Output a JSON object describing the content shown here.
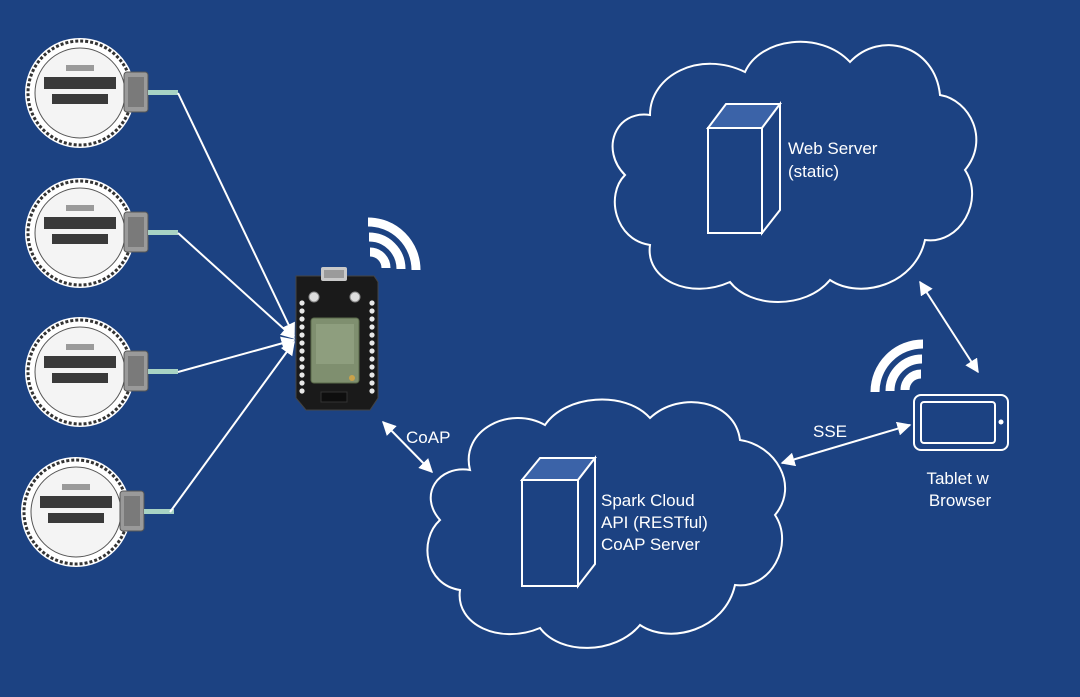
{
  "colors": {
    "background": "#1c4282",
    "line": "#ffffff",
    "server_top": "#3b63a8",
    "board": "#1a1a1a",
    "module": "#7f8f6f"
  },
  "labels": {
    "coap": "CoAP",
    "sse": "SSE",
    "web_server": [
      "Web Server",
      "(static)"
    ],
    "spark_cloud": [
      "Spark Cloud",
      "API (RESTful)",
      "CoAP Server"
    ],
    "tablet": [
      "Tablet w",
      "Browser"
    ]
  },
  "sensors": [
    {
      "name": "temperature-sensor-1"
    },
    {
      "name": "temperature-sensor-2"
    },
    {
      "name": "temperature-sensor-3"
    },
    {
      "name": "temperature-sensor-4"
    }
  ],
  "icons": {
    "microcontroller": "spark-core-board-icon",
    "wifi": "wifi-signal-icon",
    "server": "server-tower-icon",
    "tablet": "tablet-icon",
    "cloud": "cloud-icon"
  }
}
